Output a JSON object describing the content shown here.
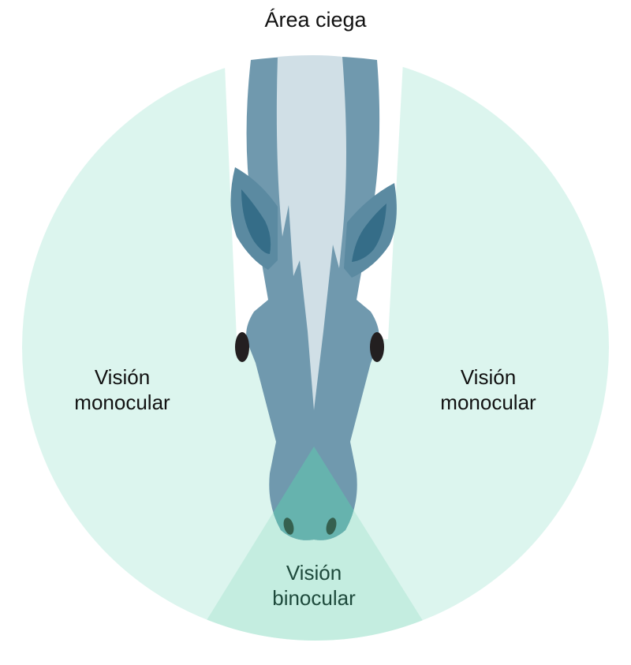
{
  "title": "Área ciega",
  "labels": {
    "left": {
      "line1": "Visión",
      "line2": "monocular"
    },
    "right": {
      "line1": "Visión",
      "line2": "monocular"
    },
    "bottom": {
      "line1": "Visión",
      "line2": "binocular"
    }
  },
  "colors": {
    "monocular_field": "#dcf5ee",
    "binocular_field": "#c4ede0",
    "blind_area": "#ffffff",
    "horse_head": "#7099ae",
    "mane": "#d0dfe6",
    "ear_outer": "#5b8aa1",
    "ear_inner": "#356d88",
    "eye": "#231f20",
    "muzzle_overlap": "#66b3ae",
    "nostril": "#35604f",
    "label_text": "#111111",
    "binocular_text": "#1e4a3c"
  }
}
